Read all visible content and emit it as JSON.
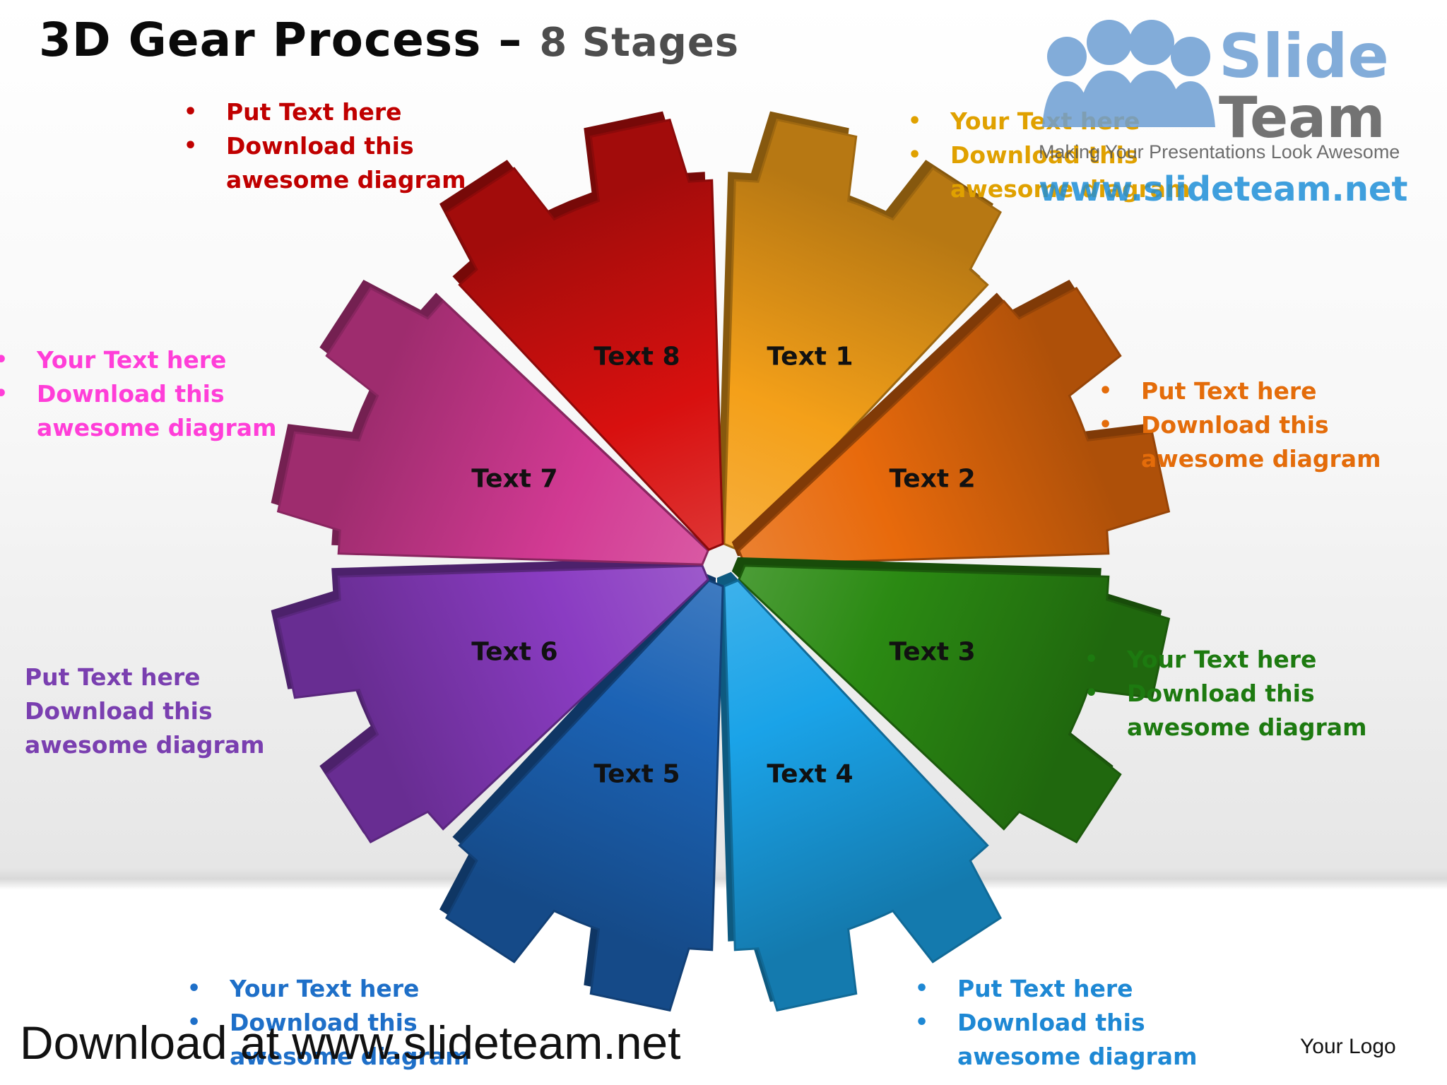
{
  "title": {
    "main": "3D Gear Process",
    "dash": "–",
    "sub": "8 Stages"
  },
  "segments": [
    {
      "label": "Text 1",
      "color": "#f4a019"
    },
    {
      "label": "Text 2",
      "color": "#e86a0c"
    },
    {
      "label": "Text  3",
      "color": "#2b8a13"
    },
    {
      "label": "Text 4",
      "color": "#1aa3e8"
    },
    {
      "label": "Text 5",
      "color": "#1c63b5"
    },
    {
      "label": "Text 6",
      "color": "#8a3cc2"
    },
    {
      "label": "Text 7",
      "color": "#d23a93"
    },
    {
      "label": "Text 8",
      "color": "#d8100f"
    }
  ],
  "text_blocks": [
    {
      "name": "stage-8-note",
      "color": "#c00000",
      "lines": [
        "Put Text  here",
        "Download this",
        "awesome diagram"
      ]
    },
    {
      "name": "stage-1-note",
      "color": "#e0a100",
      "lines": [
        "Your Text here",
        "Download this",
        "awesome diagram"
      ]
    },
    {
      "name": "stage-2-note",
      "color": "#e46c0a",
      "lines": [
        " Put Text here",
        "Download this",
        "awesome diagram"
      ]
    },
    {
      "name": "stage-3-note",
      "color": "#1d7a10",
      "lines": [
        "Your Text here",
        "Download this",
        "awesome diagram"
      ]
    },
    {
      "name": "stage-4-note",
      "color": "#1e88d4",
      "lines": [
        "Put Text  here",
        "Download this",
        "awesome diagram"
      ]
    },
    {
      "name": "stage-5-note",
      "color": "#1e6fc8",
      "lines": [
        "Your Text  here",
        "Download this",
        "awesome diagram"
      ]
    },
    {
      "name": "stage-6-note",
      "color": "#7a3fb0",
      "lines": [
        "Put Text  here",
        "Download this",
        "awesome diagram"
      ]
    },
    {
      "name": "stage-7-note",
      "color": "#ff3ed8",
      "lines": [
        "Your Text  here",
        "Download this",
        "awesome diagram"
      ]
    }
  ],
  "bullet_char": "•",
  "brand": {
    "line1": "Slide",
    "line2": "Team",
    "tagline": "Making Your Presentations Look Awesome",
    "url": "www.slideteam.net"
  },
  "footer": {
    "download": "Download at www.slideteam.net",
    "logo_placeholder": "Your Logo"
  }
}
